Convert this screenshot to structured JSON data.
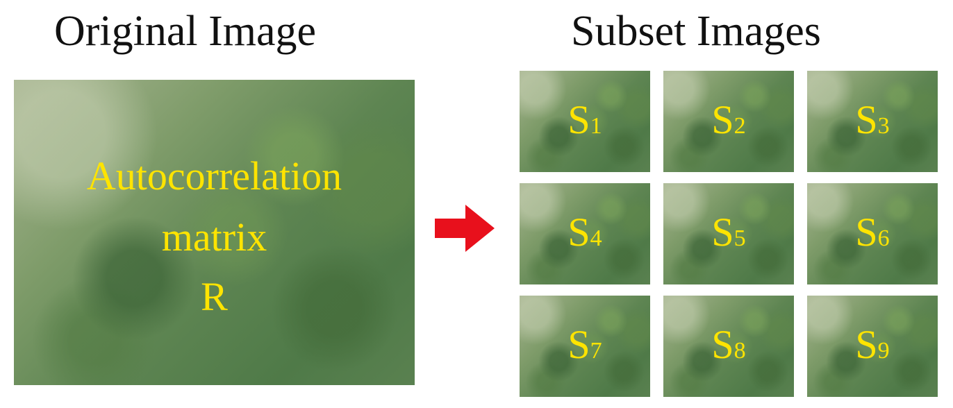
{
  "titles": {
    "left": "Original Image",
    "right": "Subset Images"
  },
  "original": {
    "lines": [
      "Autocorrelation",
      "matrix",
      "R"
    ]
  },
  "arrow": {
    "color": "#e8101c"
  },
  "label_color": "#ffe400",
  "subsets": [
    {
      "letter": "S",
      "index": "1"
    },
    {
      "letter": "S",
      "index": "2"
    },
    {
      "letter": "S",
      "index": "3"
    },
    {
      "letter": "S",
      "index": "4"
    },
    {
      "letter": "S",
      "index": "5"
    },
    {
      "letter": "S",
      "index": "6"
    },
    {
      "letter": "S",
      "index": "7"
    },
    {
      "letter": "S",
      "index": "8"
    },
    {
      "letter": "S",
      "index": "9"
    }
  ]
}
